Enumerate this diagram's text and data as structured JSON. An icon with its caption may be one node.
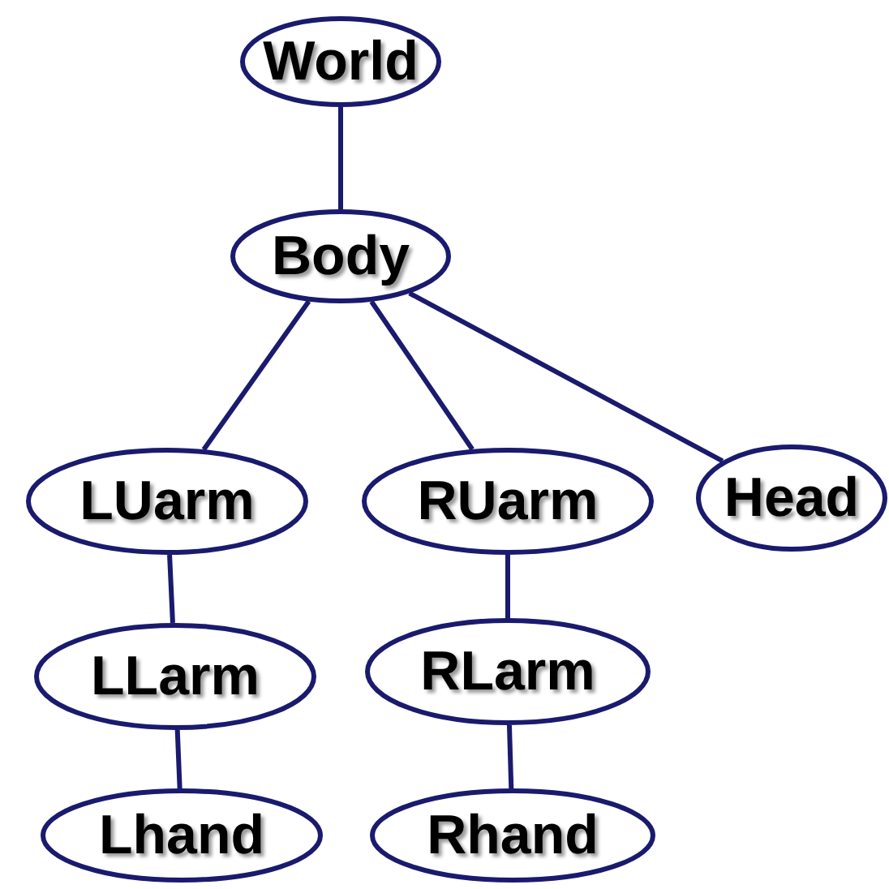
{
  "diagram": {
    "nodes": [
      {
        "text": [
          "World"
        ]
      },
      {
        "text": [
          "Body"
        ]
      },
      {
        "text": [
          "LUarm"
        ]
      },
      {
        "text": [
          "RUarm"
        ]
      },
      {
        "text": [
          "Head"
        ]
      },
      {
        "text": [
          "LLarm"
        ]
      },
      {
        "text": [
          "RLarm"
        ]
      },
      {
        "text": [
          "Lhand"
        ]
      },
      {
        "text": [
          "Rhand"
        ]
      }
    ],
    "edges": [
      {
        "from": 0,
        "to": 1,
        "arrow": "none"
      },
      {
        "from": 1,
        "to": 2,
        "arrow": "none"
      },
      {
        "from": 1,
        "to": 3,
        "arrow": "none"
      },
      {
        "from": 1,
        "to": 4,
        "arrow": "none"
      },
      {
        "from": 2,
        "to": 5,
        "arrow": "none"
      },
      {
        "from": 3,
        "to": 6,
        "arrow": "none"
      },
      {
        "from": 5,
        "to": 7,
        "arrow": "none"
      },
      {
        "from": 6,
        "to": 8,
        "arrow": "none"
      }
    ]
  }
}
